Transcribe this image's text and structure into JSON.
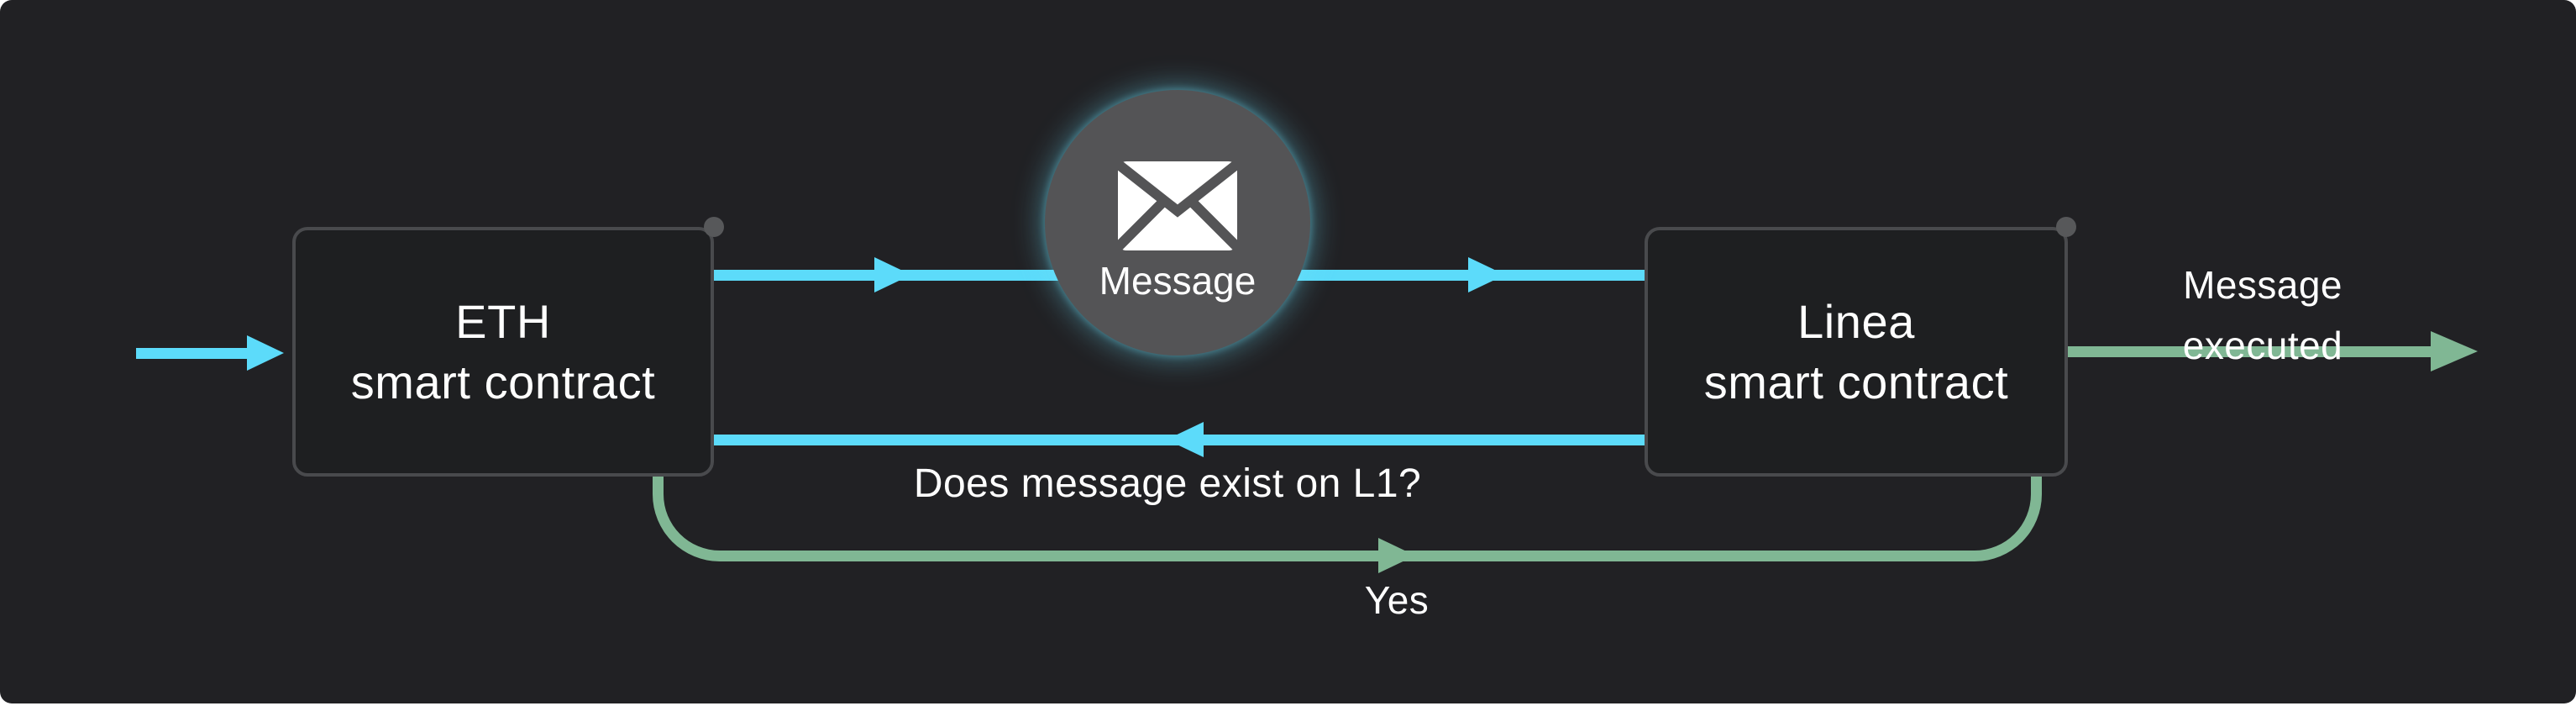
{
  "diagram": {
    "title_none": "",
    "nodes": {
      "eth_box": {
        "label_line1": "ETH",
        "label_line2": "smart contract"
      },
      "linea_box": {
        "label_line1": "Linea",
        "label_line2": "smart contract"
      },
      "message_circle": {
        "label": "Message",
        "icon": "envelope-icon"
      }
    },
    "edges": {
      "entry_arrow": {
        "from": "outside",
        "to": "eth_box",
        "color_key": "blue"
      },
      "eth_to_message": {
        "from": "eth_box",
        "to": "message_circle",
        "color_key": "blue"
      },
      "message_to_linea": {
        "from": "message_circle",
        "to": "linea_box",
        "color_key": "blue"
      },
      "linea_to_eth_question": {
        "label": "Does message exist on L1?",
        "color_key": "blue"
      },
      "yes_loop": {
        "label": "Yes",
        "from": "eth_box",
        "to": "linea_box",
        "color_key": "green"
      },
      "executed_arrow": {
        "label_line1": "Message",
        "label_line2": "executed",
        "color_key": "green"
      }
    },
    "colors": {
      "bg": "#212124",
      "boxbg": "#1e1f21",
      "border": "#494a4d",
      "dot": "#57585a",
      "circle": "#545456",
      "blue": "#5cdbfa",
      "green": "#80b794",
      "thin_teal": "#3c7d94",
      "thin_green": "#5f9878",
      "text": "#ffffff",
      "page": "#ffffff"
    }
  }
}
